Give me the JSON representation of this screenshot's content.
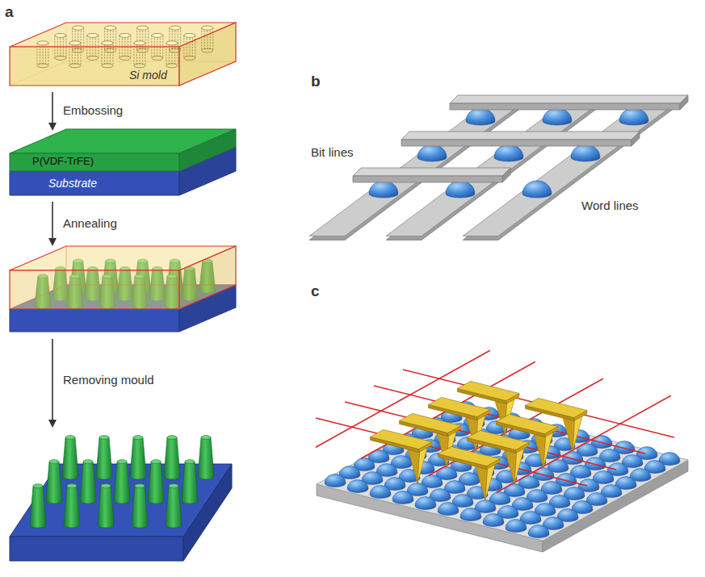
{
  "diagram": {
    "labels": [
      "a",
      "Si mold",
      "Embossing",
      "P(VDF-TrFE)",
      "Substrate",
      "Annealing",
      "Removing mould",
      "b",
      "Bit lines",
      "Word lines",
      "c"
    ]
  }
}
